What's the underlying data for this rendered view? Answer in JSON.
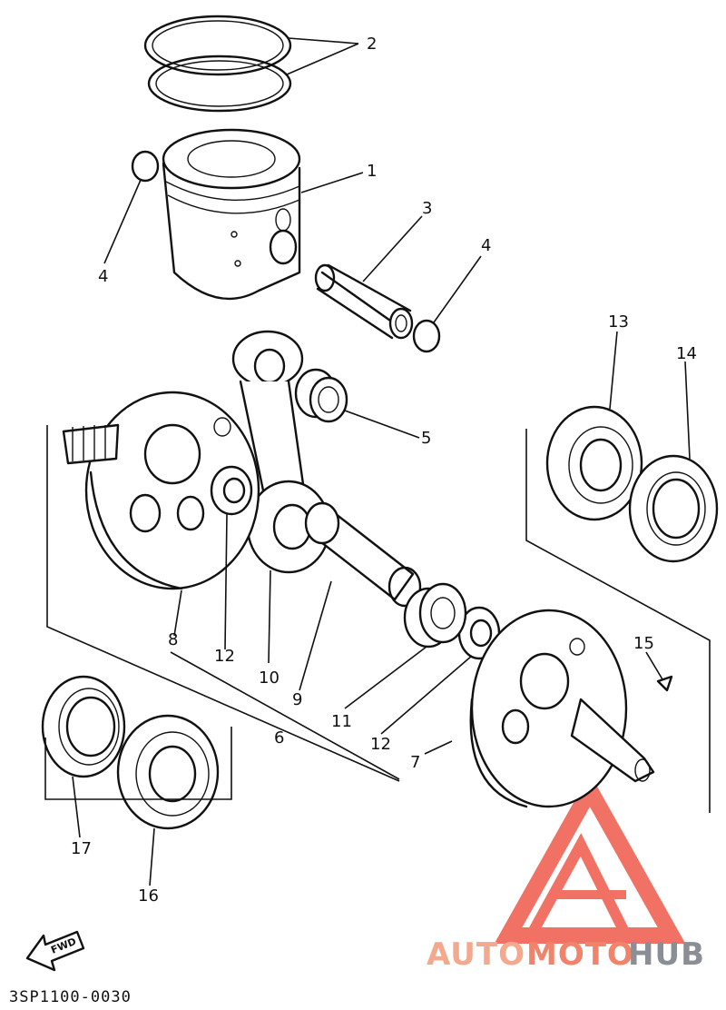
{
  "diagram": {
    "code": "3SP1100-0030",
    "fwd_label": "FWD",
    "callouts": {
      "c1": "1",
      "c2": "2",
      "c3": "3",
      "c4a": "4",
      "c4b": "4",
      "c5": "5",
      "c6": "6",
      "c7": "7",
      "c8": "8",
      "c9": "9",
      "c10": "10",
      "c11": "11",
      "c12a": "12",
      "c12b": "12",
      "c13": "13",
      "c14": "14",
      "c15": "15",
      "c16": "16",
      "c17": "17"
    }
  },
  "watermark": {
    "auto": "AUTO",
    "moto": "MOTO",
    "hub": "HUB",
    "color_auto": "#f3a98d",
    "color_moto": "#f0846a",
    "color_hub": "#8a8f96",
    "logo_color": "#ef5a4a"
  }
}
